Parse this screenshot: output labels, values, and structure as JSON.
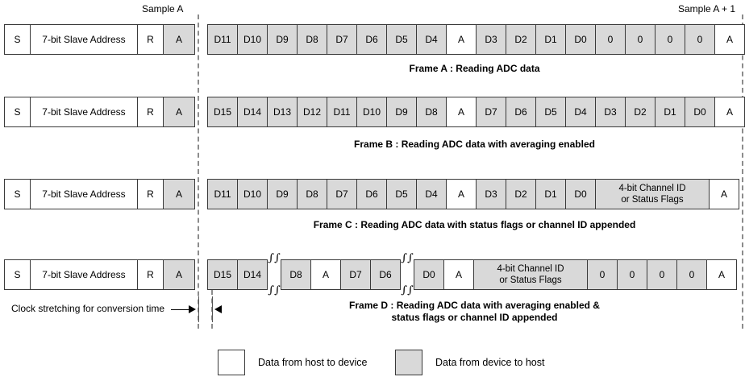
{
  "diagram": {
    "title": "I2C frame formats for reading ADC data",
    "colors": {
      "host_fill": "#ffffff",
      "device_fill": "#d9d9d9",
      "cell_border": "#3a3a3a",
      "boundary_dash": "#8c8c8c"
    },
    "sample_markers": [
      {
        "label": "Sample A"
      },
      {
        "label": "Sample A + 1"
      }
    ],
    "clock_note": "Clock stretching for conversion time",
    "legend": [
      {
        "swatch": "host",
        "label": "Data from host to device"
      },
      {
        "swatch": "device",
        "label": "Data from device to host"
      }
    ],
    "frames": [
      {
        "id": "frame-a",
        "caption": "Frame A : Reading ADC data",
        "header": [
          {
            "text": "S",
            "fill": "host",
            "w": 33
          },
          {
            "text": "7-bit Slave Address",
            "fill": "host",
            "w": 134
          },
          {
            "text": "R",
            "fill": "host",
            "w": 33
          },
          {
            "text": "A",
            "fill": "device",
            "w": 40
          }
        ],
        "payload": [
          {
            "text": "D11",
            "fill": "device",
            "w": 38
          },
          {
            "text": "D10",
            "fill": "device",
            "w": 38
          },
          {
            "text": "D9",
            "fill": "device",
            "w": 38
          },
          {
            "text": "D8",
            "fill": "device",
            "w": 38
          },
          {
            "text": "D7",
            "fill": "device",
            "w": 38
          },
          {
            "text": "D6",
            "fill": "device",
            "w": 38
          },
          {
            "text": "D5",
            "fill": "device",
            "w": 38
          },
          {
            "text": "D4",
            "fill": "device",
            "w": 38
          },
          {
            "text": "A",
            "fill": "host",
            "w": 38
          },
          {
            "text": "D3",
            "fill": "device",
            "w": 38
          },
          {
            "text": "D2",
            "fill": "device",
            "w": 38
          },
          {
            "text": "D1",
            "fill": "device",
            "w": 38
          },
          {
            "text": "D0",
            "fill": "device",
            "w": 38
          },
          {
            "text": "0",
            "fill": "device",
            "w": 38
          },
          {
            "text": "0",
            "fill": "device",
            "w": 38
          },
          {
            "text": "0",
            "fill": "device",
            "w": 38
          },
          {
            "text": "0",
            "fill": "device",
            "w": 38
          },
          {
            "text": "A",
            "fill": "host",
            "w": 38
          }
        ]
      },
      {
        "id": "frame-b",
        "caption": "Frame B : Reading ADC data with averaging enabled",
        "header": [
          {
            "text": "S",
            "fill": "host",
            "w": 33
          },
          {
            "text": "7-bit Slave Address",
            "fill": "host",
            "w": 134
          },
          {
            "text": "R",
            "fill": "host",
            "w": 33
          },
          {
            "text": "A",
            "fill": "device",
            "w": 40
          }
        ],
        "payload": [
          {
            "text": "D15",
            "fill": "device",
            "w": 38
          },
          {
            "text": "D14",
            "fill": "device",
            "w": 38
          },
          {
            "text": "D13",
            "fill": "device",
            "w": 38
          },
          {
            "text": "D12",
            "fill": "device",
            "w": 38
          },
          {
            "text": "D11",
            "fill": "device",
            "w": 38
          },
          {
            "text": "D10",
            "fill": "device",
            "w": 38
          },
          {
            "text": "D9",
            "fill": "device",
            "w": 38
          },
          {
            "text": "D8",
            "fill": "device",
            "w": 38
          },
          {
            "text": "A",
            "fill": "host",
            "w": 38
          },
          {
            "text": "D7",
            "fill": "device",
            "w": 38
          },
          {
            "text": "D6",
            "fill": "device",
            "w": 38
          },
          {
            "text": "D5",
            "fill": "device",
            "w": 38
          },
          {
            "text": "D4",
            "fill": "device",
            "w": 38
          },
          {
            "text": "D3",
            "fill": "device",
            "w": 38
          },
          {
            "text": "D2",
            "fill": "device",
            "w": 38
          },
          {
            "text": "D1",
            "fill": "device",
            "w": 38
          },
          {
            "text": "D0",
            "fill": "device",
            "w": 38
          },
          {
            "text": "A",
            "fill": "host",
            "w": 38
          }
        ]
      },
      {
        "id": "frame-c",
        "caption": "Frame C : Reading ADC data with status flags or channel ID appended",
        "header": [
          {
            "text": "S",
            "fill": "host",
            "w": 33
          },
          {
            "text": "7-bit Slave Address",
            "fill": "host",
            "w": 134
          },
          {
            "text": "R",
            "fill": "host",
            "w": 33
          },
          {
            "text": "A",
            "fill": "device",
            "w": 40
          }
        ],
        "payload": [
          {
            "text": "D11",
            "fill": "device",
            "w": 38
          },
          {
            "text": "D10",
            "fill": "device",
            "w": 38
          },
          {
            "text": "D9",
            "fill": "device",
            "w": 38
          },
          {
            "text": "D8",
            "fill": "device",
            "w": 38
          },
          {
            "text": "D7",
            "fill": "device",
            "w": 38
          },
          {
            "text": "D6",
            "fill": "device",
            "w": 38
          },
          {
            "text": "D5",
            "fill": "device",
            "w": 38
          },
          {
            "text": "D4",
            "fill": "device",
            "w": 38
          },
          {
            "text": "A",
            "fill": "host",
            "w": 38
          },
          {
            "text": "D3",
            "fill": "device",
            "w": 38
          },
          {
            "text": "D2",
            "fill": "device",
            "w": 38
          },
          {
            "text": "D1",
            "fill": "device",
            "w": 38
          },
          {
            "text": "D0",
            "fill": "device",
            "w": 38
          },
          {
            "text": "4-bit Channel ID\nor Status Flags",
            "fill": "device",
            "w": 142,
            "two_line": true
          },
          {
            "text": "A",
            "fill": "host",
            "w": 38
          }
        ]
      },
      {
        "id": "frame-d",
        "caption": "Frame D : Reading ADC data with averaging enabled &\nstatus flags or channel ID appended",
        "header": [
          {
            "text": "S",
            "fill": "host",
            "w": 33
          },
          {
            "text": "7-bit Slave Address",
            "fill": "host",
            "w": 134
          },
          {
            "text": "R",
            "fill": "host",
            "w": 33
          },
          {
            "text": "A",
            "fill": "device",
            "w": 40
          }
        ],
        "payload": [
          {
            "text": "D15",
            "fill": "device",
            "w": 38
          },
          {
            "text": "D14",
            "fill": "device",
            "w": 38
          },
          {
            "break": true
          },
          {
            "text": "D8",
            "fill": "device",
            "w": 38
          },
          {
            "text": "A",
            "fill": "host",
            "w": 38
          },
          {
            "text": "D7",
            "fill": "device",
            "w": 38
          },
          {
            "text": "D6",
            "fill": "device",
            "w": 38
          },
          {
            "break": true
          },
          {
            "text": "D0",
            "fill": "device",
            "w": 38
          },
          {
            "text": "A",
            "fill": "host",
            "w": 38
          },
          {
            "text": "4-bit Channel ID\nor Status Flags",
            "fill": "device",
            "w": 142,
            "two_line": true
          },
          {
            "text": "0",
            "fill": "device",
            "w": 38
          },
          {
            "text": "0",
            "fill": "device",
            "w": 38
          },
          {
            "text": "0",
            "fill": "device",
            "w": 38
          },
          {
            "text": "0",
            "fill": "device",
            "w": 38
          },
          {
            "text": "A",
            "fill": "host",
            "w": 38
          }
        ]
      }
    ]
  }
}
